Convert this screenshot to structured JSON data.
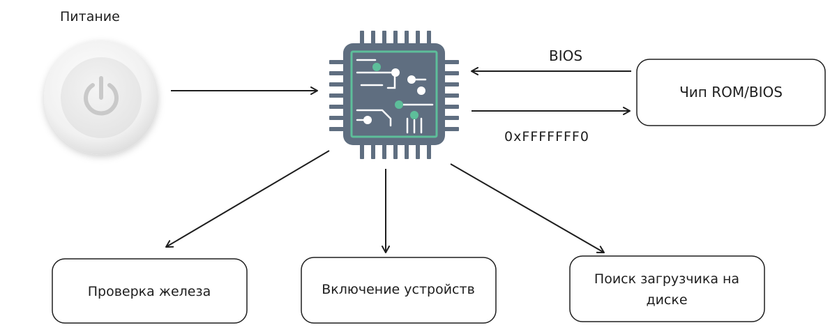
{
  "power": {
    "label": "Питание"
  },
  "rom_chip": {
    "label": "Чип ROM/BIOS"
  },
  "arrow_labels": {
    "bios": "BIOS",
    "address": "0xFFFFFFF0"
  },
  "steps": [
    {
      "label": "Проверка железа"
    },
    {
      "label": "Включение устройств"
    },
    {
      "label_line1": "Поиск загрузчика на",
      "label_line2": "диске"
    }
  ],
  "colors": {
    "chip_body": "#5f6e80",
    "chip_pins": "#5f6e80",
    "chip_trace": "#5dbe9a",
    "chip_node_light": "#ffffff",
    "stroke": "#1e1e1e"
  },
  "icons": {
    "power_button": "power-icon",
    "processor": "cpu-chip-icon"
  }
}
